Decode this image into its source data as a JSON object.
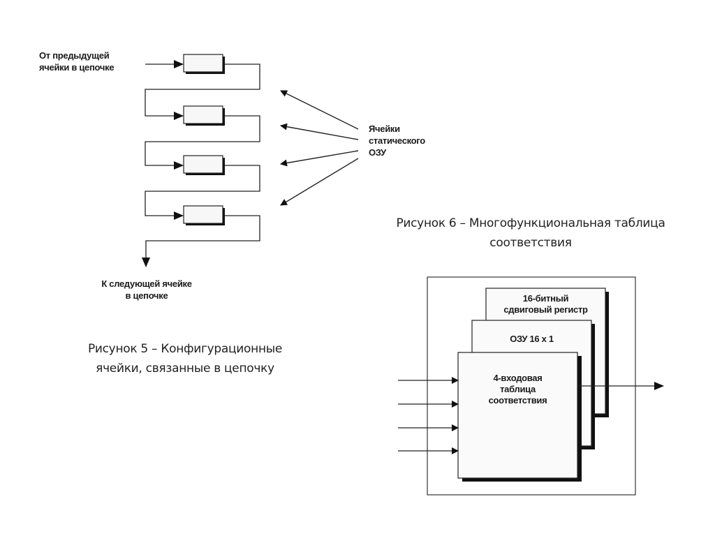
{
  "figure5": {
    "input_label": [
      "От предыдущей",
      "ячейки в цепочке"
    ],
    "output_label": [
      "К следующей ячейке",
      "в цепочке"
    ],
    "callout_label": [
      "Ячейки",
      "статического",
      "ОЗУ"
    ],
    "cell_count": 4,
    "caption": [
      "Рисунок 5 – Конфигурационные",
      "ячейки, связанные в цепочку"
    ]
  },
  "figure6": {
    "caption": [
      "Рисунок 6 – Многофункциональная таблица",
      "соответствия"
    ],
    "layers": [
      {
        "name": "shift-register",
        "label": [
          "16-битный",
          "сдвиговый регистр"
        ]
      },
      {
        "name": "ram",
        "label": [
          "ОЗУ 16 x 1"
        ]
      },
      {
        "name": "lut",
        "label": [
          "4-входовая",
          "таблица",
          "соответствия"
        ]
      }
    ],
    "input_count": 4,
    "output_count": 1
  }
}
